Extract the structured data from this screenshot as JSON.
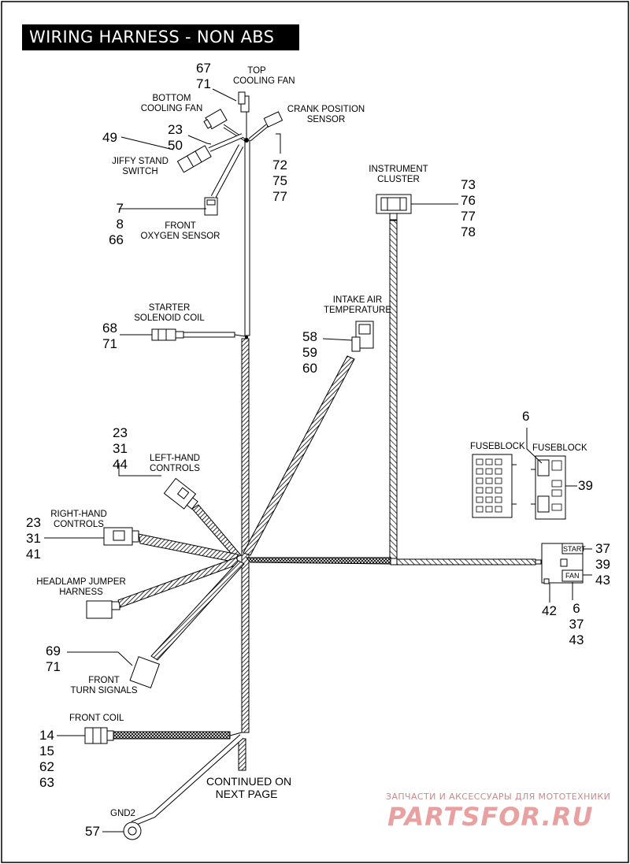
{
  "title": "WIRING HARNESS - NON ABS",
  "labels": {
    "top_fan": [
      "TOP",
      "COOLING FAN"
    ],
    "bottom_fan": [
      "BOTTOM",
      "COOLING FAN"
    ],
    "crank": [
      "CRANK POSITION",
      "SENSOR"
    ],
    "jiffy": [
      "JIFFY STAND",
      "SWITCH"
    ],
    "oxygen": [
      "FRONT",
      "OXYGEN SENSOR"
    ],
    "instrument": [
      "INSTRUMENT",
      "CLUSTER"
    ],
    "starter": [
      "STARTER",
      "SOLENOID COIL"
    ],
    "intake": [
      "INTAKE AIR",
      "TEMPERATURE"
    ],
    "left_hand": [
      "LEFT-HAND",
      "CONTROLS"
    ],
    "right_hand": [
      "RIGHT-HAND",
      "CONTROLS"
    ],
    "headlamp": [
      "HEADLAMP JUMPER",
      "HARNESS"
    ],
    "turn_signals": [
      "FRONT",
      "TURN SIGNALS"
    ],
    "front_coil": "FRONT COIL",
    "continued": [
      "CONTINUED ON",
      "NEXT PAGE"
    ],
    "gnd2": "GND2",
    "fuseblock_left": "FUSEBLOCK",
    "fuseblock_right": "FUSEBLOCK",
    "relay_start": "START",
    "relay_fan": "FAN"
  },
  "part_numbers": {
    "top_fan": [
      "67",
      "71"
    ],
    "jiffy": [
      "23",
      "50"
    ],
    "jiffy_single": "49",
    "crank": [
      "72",
      "75",
      "77"
    ],
    "oxygen": [
      "7",
      "8",
      "66"
    ],
    "instrument": [
      "73",
      "76",
      "77",
      "78"
    ],
    "starter": [
      "68",
      "71"
    ],
    "intake": [
      "58",
      "59",
      "60"
    ],
    "left_hand": [
      "23",
      "31",
      "44"
    ],
    "right_hand": [
      "23",
      "31",
      "41"
    ],
    "fuse_top": "6",
    "fuse_side": "39",
    "relay_right": [
      "37",
      "39",
      "43"
    ],
    "relay_bottom_left": "42",
    "relay_bottom": [
      "6",
      "37",
      "43"
    ],
    "turn_signals": [
      "69",
      "71"
    ],
    "front_coil": [
      "14",
      "15",
      "62",
      "63"
    ],
    "gnd2": "57"
  },
  "watermark": {
    "line1": "ЗАПЧАСТИ И АКСЕССУАРЫ ДЛЯ МОТОТЕХНИКИ",
    "line2": "PARTSFOR.RU"
  }
}
